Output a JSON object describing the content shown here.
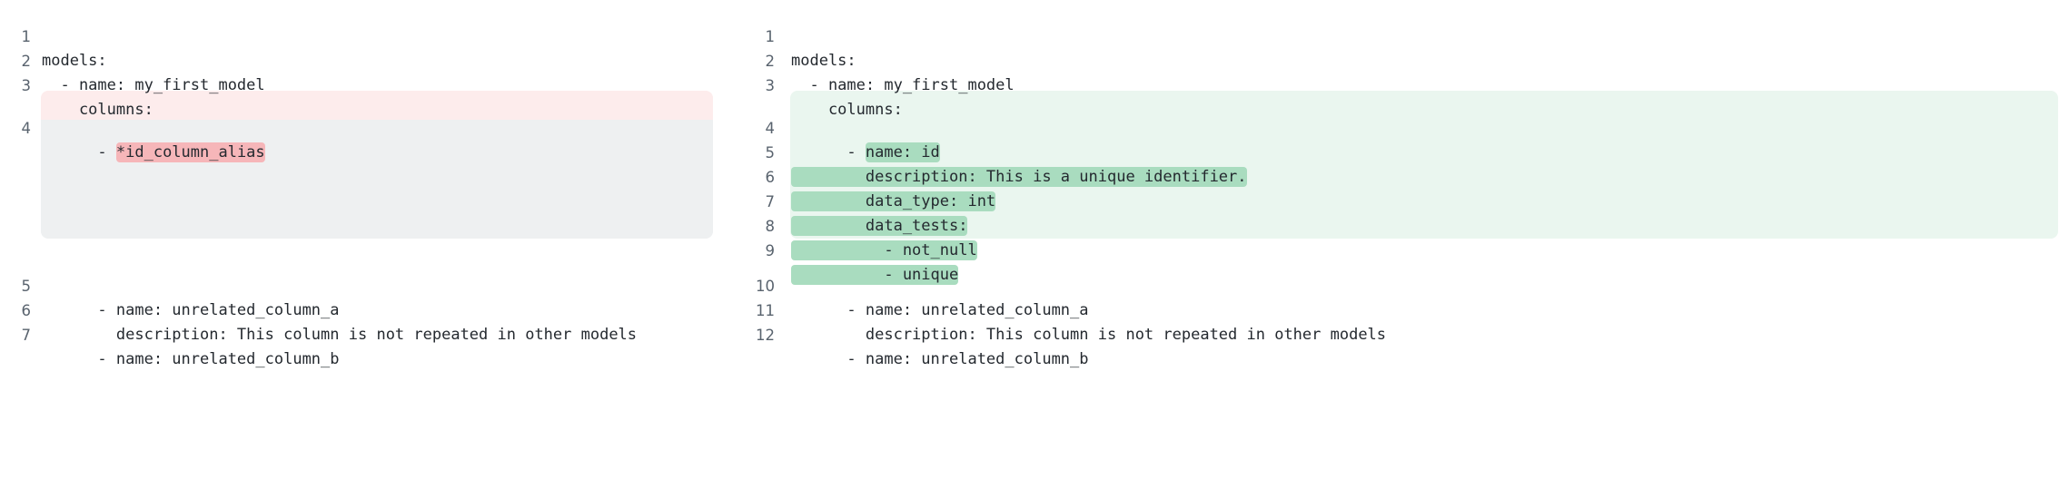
{
  "view": {
    "type": "side-by-side-diff",
    "language": "yaml"
  },
  "colors": {
    "deletion_line_bg": "#fdecec",
    "deletion_word_bg": "#f6b6b9",
    "addition_line_bg": "#eaf6ef",
    "addition_word_bg": "#a9dcbf",
    "spacer_bg": "#eef0f1",
    "text": "#24292f",
    "lineno": "#59636e",
    "page_bg": "#ffffff"
  },
  "left_pane": {
    "name": "before",
    "lines": [
      {
        "n": "1",
        "indent": 0,
        "pre": "models:",
        "hl": "",
        "post": "",
        "type": "context"
      },
      {
        "n": "2",
        "indent": 1,
        "pre": "  - name: my_first_model",
        "hl": "",
        "post": "",
        "type": "context"
      },
      {
        "n": "3",
        "indent": 2,
        "pre": "    columns:",
        "hl": "",
        "post": "",
        "type": "context"
      },
      {
        "n": "4",
        "indent": 3,
        "pre": "      - ",
        "hl": "*id_column_alias",
        "post": "",
        "type": "deletion"
      },
      {
        "n": "5",
        "indent": 3,
        "pre": "      - name: unrelated_column_a",
        "hl": "",
        "post": "",
        "type": "context"
      },
      {
        "n": "6",
        "indent": 4,
        "pre": "        description: This column is not repeated in other models",
        "hl": "",
        "post": "",
        "type": "context"
      },
      {
        "n": "7",
        "indent": 3,
        "pre": "      - name: unrelated_column_b",
        "hl": "",
        "post": "",
        "type": "context"
      }
    ],
    "spacer_rows": 5
  },
  "right_pane": {
    "name": "after",
    "lines": [
      {
        "n": "1",
        "pre": "models:",
        "hl": "",
        "post": "",
        "type": "context"
      },
      {
        "n": "2",
        "pre": "  - name: my_first_model",
        "hl": "",
        "post": "",
        "type": "context"
      },
      {
        "n": "3",
        "pre": "    columns:",
        "hl": "",
        "post": "",
        "type": "context"
      },
      {
        "n": "4",
        "pre": "      - ",
        "hl": "name: id",
        "post": "",
        "type": "addition"
      },
      {
        "n": "5",
        "pre": "",
        "hl": "        description: This is a unique identifier.",
        "post": "",
        "type": "addition"
      },
      {
        "n": "6",
        "pre": "",
        "hl": "        data_type: int",
        "post": "",
        "type": "addition"
      },
      {
        "n": "7",
        "pre": "",
        "hl": "        data_tests:",
        "post": "",
        "type": "addition"
      },
      {
        "n": "8",
        "pre": "",
        "hl": "          - not_null",
        "post": "",
        "type": "addition"
      },
      {
        "n": "9",
        "pre": "",
        "hl": "          - unique",
        "post": "",
        "type": "addition"
      },
      {
        "n": "10",
        "pre": "      - name: unrelated_column_a",
        "hl": "",
        "post": "",
        "type": "context"
      },
      {
        "n": "11",
        "pre": "        description: This column is not repeated in other models",
        "hl": "",
        "post": "",
        "type": "context"
      },
      {
        "n": "12",
        "pre": "      - name: unrelated_column_b",
        "hl": "",
        "post": "",
        "type": "context"
      }
    ]
  }
}
